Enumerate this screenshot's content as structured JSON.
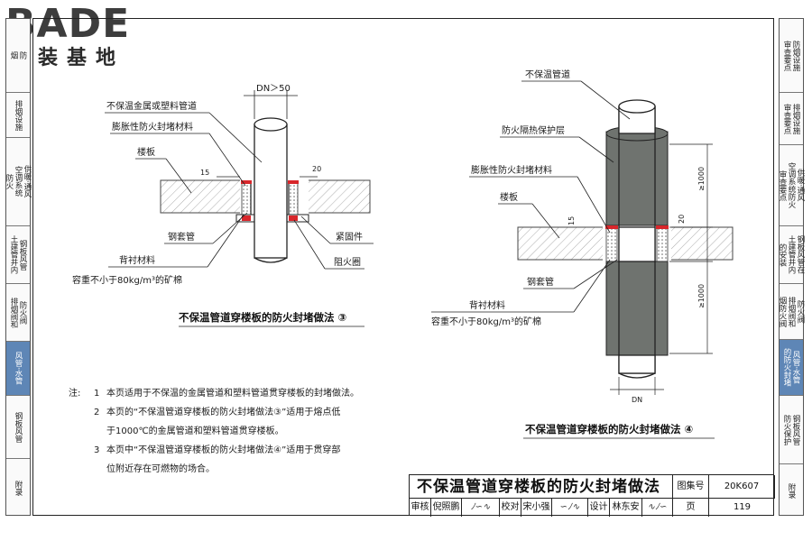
{
  "logo": {
    "main": "BADE",
    "sub": "建装基地"
  },
  "left_tabs": [
    {
      "label": "防\n烟"
    },
    {
      "label": "排烟设施"
    },
    {
      "label": "供暖·通风\n空调系统\n防火"
    },
    {
      "label": "钢板风管\n土建管井内"
    },
    {
      "label": "防火阀\n排烟阀和"
    },
    {
      "label": "风管·水管",
      "active": true
    },
    {
      "label": "钢板风管"
    },
    {
      "label": "附录"
    }
  ],
  "right_tabs": [
    {
      "label": "防烟设施\n审查要点"
    },
    {
      "label": "排烟设施\n审查要点"
    },
    {
      "label": "供暖·通风\n空调系统防火\n审查要点"
    },
    {
      "label": "钢板风管在\n土建管井内\n的安装"
    },
    {
      "label": "防火阀\n排烟阀和\n烟防火阀"
    },
    {
      "label": "风管·水管\n的防火封堵",
      "active": true
    },
    {
      "label": "钢板风管\n防火保护"
    },
    {
      "label": "附录"
    }
  ],
  "diagram3": {
    "dn_dim": "DN＞50",
    "labels": {
      "pipe": "不保温金属或塑料管道",
      "sealant": "膨胀性防火封堵材料",
      "floor": "楼板",
      "dim15": "15",
      "dim20": "20",
      "sleeve": "钢套管",
      "backing": "背衬材料",
      "wool": "容重不小于80kg/m³的矿棉",
      "fastener": "紧固件",
      "fire_ring": "阻火圈"
    },
    "caption": "不保温管道穿楼板的防火封堵做法 ③"
  },
  "diagram4": {
    "labels": {
      "pipe": "不保温管道",
      "fire_layer": "防火隔热保护层",
      "sealant": "膨胀性防火封堵材料",
      "floor": "楼板",
      "dim15": "15",
      "dim20": "20",
      "dim_up": "≥1000",
      "dim_down": "≥1000",
      "sleeve": "钢套管",
      "backing": "背衬材料",
      "wool": "容重不小于80kg/m³的矿棉",
      "dn": "DN"
    },
    "caption": "不保温管道穿楼板的防火封堵做法 ④"
  },
  "notes": {
    "head": "注:",
    "items": [
      {
        "num": "1",
        "lines": [
          "本页适用于不保温的金属管道和塑料管道贯穿楼板的封堵做法。"
        ]
      },
      {
        "num": "2",
        "lines": [
          "本页的“不保温管道穿楼板的防火封堵做法③”适用于熔点低",
          "于1000℃的金属管道和塑料管道贯穿楼板。"
        ]
      },
      {
        "num": "3",
        "lines": [
          "本页中“不保温管道穿楼板的防火封堵做法④”适用于贯穿部",
          "位附近存在可燃物的场合。"
        ]
      }
    ]
  },
  "title_block": {
    "title": "不保温管道穿楼板的防火封堵做法",
    "atlas_label": "图集号",
    "atlas_no": "20K607",
    "review_label": "审核",
    "reviewer": "倪照鹏",
    "check_label": "校对",
    "checker": "宋小强",
    "design_label": "设计",
    "designer": "林东安",
    "page_label": "页",
    "page_no": "119"
  },
  "colors": {
    "active_tab": "#5e86b6",
    "protection_layer": "#6f736f",
    "fire_seal_red": "#d8262b"
  }
}
